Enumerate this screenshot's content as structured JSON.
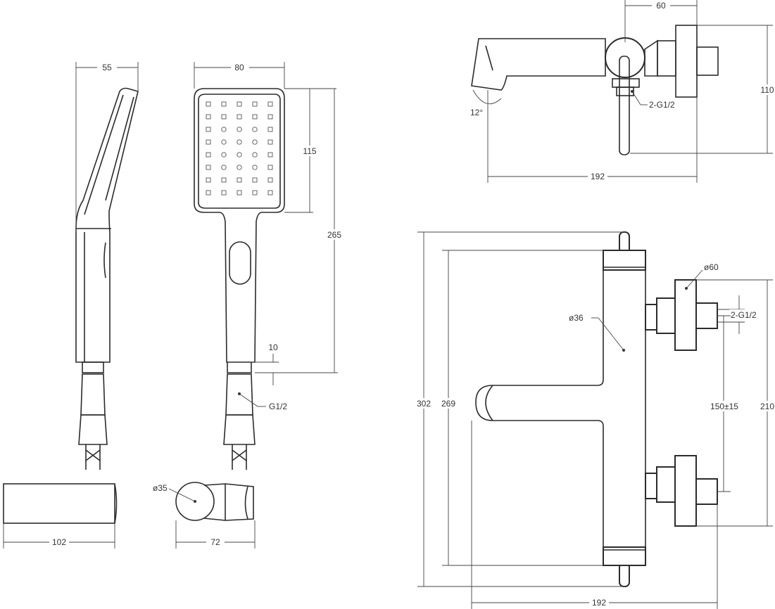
{
  "dimensions": {
    "handshower_side_depth": "55",
    "handshower_width": "80",
    "handshower_head_height": "115",
    "handshower_total_height": "265",
    "handshower_neck": "10",
    "hose_thread": "G1/2",
    "holder_length": "102",
    "holder_diameter": "ø35",
    "holder_length_2": "72",
    "mixer_side_depth": "60",
    "mixer_side_height": "110",
    "mixer_side_connection": "2-G1/2",
    "spout_angle": "12°",
    "mixer_side_width": "192",
    "eccentric_diameter": "ø60",
    "body_diameter": "ø36",
    "mixer_front_connection": "2-G1/2",
    "total_height": "302",
    "body_height": "269",
    "center_distance": "150±15",
    "eccentric_span": "210",
    "mixer_front_width": "192"
  }
}
